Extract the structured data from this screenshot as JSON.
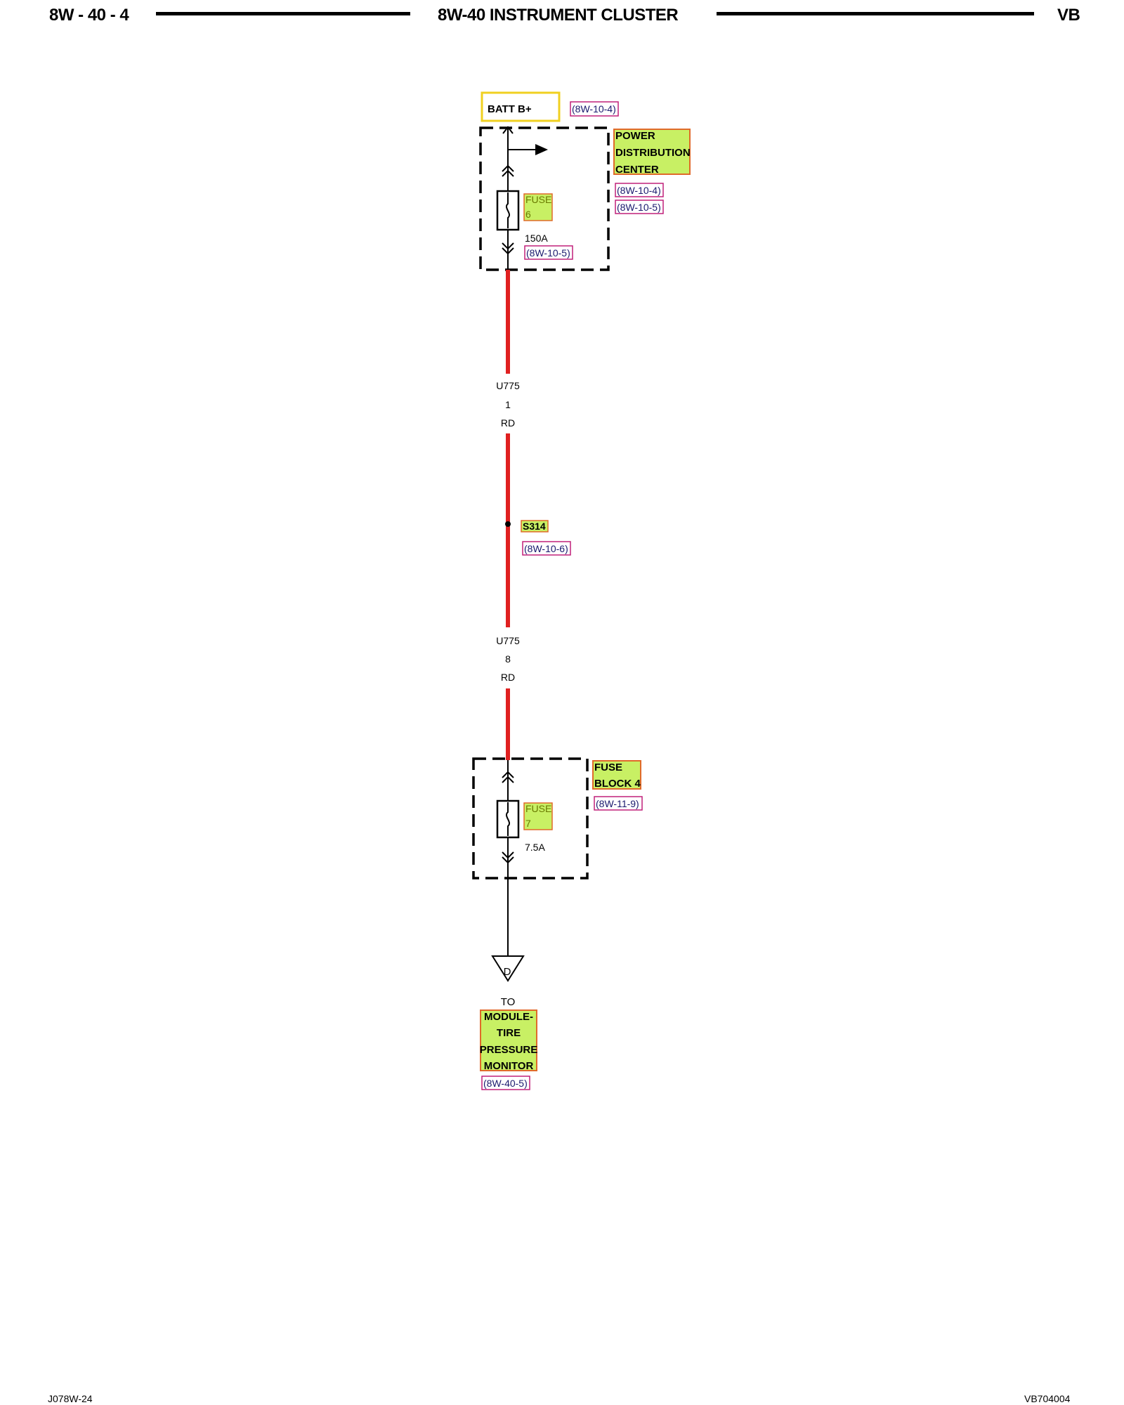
{
  "header": {
    "page_ref": "8W - 40 - 4",
    "title": "8W-40 INSTRUMENT CLUSTER",
    "model": "VB"
  },
  "power_source": {
    "label": "BATT B+",
    "ref": "(8W-10-4)"
  },
  "pdc": {
    "name_lines": [
      "POWER",
      "DISTRIBUTION",
      "CENTER"
    ],
    "refs": [
      "(8W-10-4)",
      "(8W-10-5)"
    ],
    "fuse_word": "FUSE",
    "fuse_num": "6",
    "fuse_rating": "150A",
    "fuse_ref": "(8W-10-5)"
  },
  "connector_1": {
    "id": "U775",
    "pin": "1",
    "color": "RD"
  },
  "splice": {
    "id": "S314",
    "ref": "(8W-10-6)"
  },
  "connector_2": {
    "id": "U775",
    "pin": "8",
    "color": "RD"
  },
  "fuse_block": {
    "name_lines": [
      "FUSE",
      "BLOCK 4"
    ],
    "ref": "(8W-11-9)",
    "fuse_word": "FUSE",
    "fuse_num": "7",
    "fuse_rating": "7.5A"
  },
  "destination": {
    "symbol": "D",
    "to_label": "TO",
    "name_lines": [
      "MODULE-",
      "TIRE",
      "PRESSURE",
      "MONITOR"
    ],
    "ref": "(8W-40-5)"
  },
  "footer": {
    "left_code": "J078W-24",
    "right_code": "VB704004"
  },
  "colors": {
    "wire_red": "#e02020",
    "highlight_fill": "#c8f064",
    "highlight_border": "#e06a2a",
    "ref_border": "#c0207a",
    "ref_text": "#1a1a6e",
    "batt_border": "#f0d020"
  }
}
